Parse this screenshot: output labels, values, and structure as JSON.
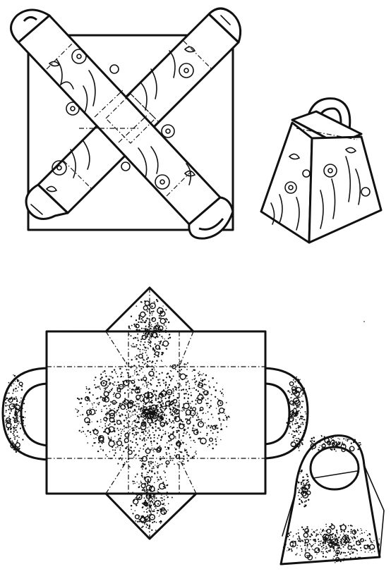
{
  "page": {
    "background": "#ffffff",
    "ink_color": "#111111"
  },
  "items": [
    {
      "name": "floral-box-template",
      "style": "line art, floral pattern"
    },
    {
      "name": "floral-box-assembled",
      "style": "line art, floral pattern"
    },
    {
      "name": "dotted-handbag-template",
      "style": "line art, stippled bubbles"
    },
    {
      "name": "dotted-handbag-assembled",
      "style": "line art, stippled bubbles"
    }
  ]
}
